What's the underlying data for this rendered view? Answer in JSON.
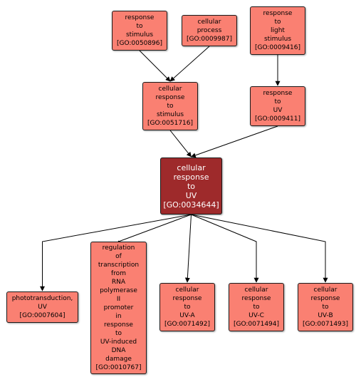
{
  "colors": {
    "node_fill": "#fa8072",
    "focus_fill": "#9e2a2b",
    "edge": "#000000"
  },
  "nodes": {
    "n0050896": {
      "lines": [
        "response",
        "to",
        "stimulus",
        "[GO:0050896]"
      ]
    },
    "n0009987": {
      "lines": [
        "cellular",
        "process",
        "[GO:0009987]"
      ]
    },
    "n0009416": {
      "lines": [
        "response",
        "to",
        "light",
        "stimulus",
        "[GO:0009416]"
      ]
    },
    "n0051716": {
      "lines": [
        "cellular",
        "response",
        "to",
        "stimulus",
        "[GO:0051716]"
      ]
    },
    "n0009411": {
      "lines": [
        "response",
        "to",
        "UV",
        "[GO:0009411]"
      ]
    },
    "n0034644": {
      "lines": [
        "cellular",
        "response",
        "to",
        "UV",
        "[GO:0034644]"
      ]
    },
    "n0007604": {
      "lines": [
        "phototransduction,",
        "UV",
        "[GO:0007604]"
      ]
    },
    "n0010767": {
      "lines": [
        "regulation",
        "of",
        "transcription",
        "from",
        "RNA",
        "polymerase",
        "II",
        "promoter",
        "in",
        "response",
        "to",
        "UV-induced",
        "DNA",
        "damage",
        "[GO:0010767]"
      ]
    },
    "n0071492": {
      "lines": [
        "cellular",
        "response",
        "to",
        "UV-A",
        "[GO:0071492]"
      ]
    },
    "n0071494": {
      "lines": [
        "cellular",
        "response",
        "to",
        "UV-C",
        "[GO:0071494]"
      ]
    },
    "n0071493": {
      "lines": [
        "cellular",
        "response",
        "to",
        "UV-B",
        "[GO:0071493]"
      ]
    }
  },
  "edges": [
    {
      "from": "n0050896",
      "to": "n0051716"
    },
    {
      "from": "n0009987",
      "to": "n0051716"
    },
    {
      "from": "n0009416",
      "to": "n0009411"
    },
    {
      "from": "n0051716",
      "to": "n0034644"
    },
    {
      "from": "n0009411",
      "to": "n0034644"
    },
    {
      "from": "n0034644",
      "to": "n0007604"
    },
    {
      "from": "n0034644",
      "to": "n0010767"
    },
    {
      "from": "n0034644",
      "to": "n0071492"
    },
    {
      "from": "n0034644",
      "to": "n0071494"
    },
    {
      "from": "n0034644",
      "to": "n0071493"
    }
  ]
}
